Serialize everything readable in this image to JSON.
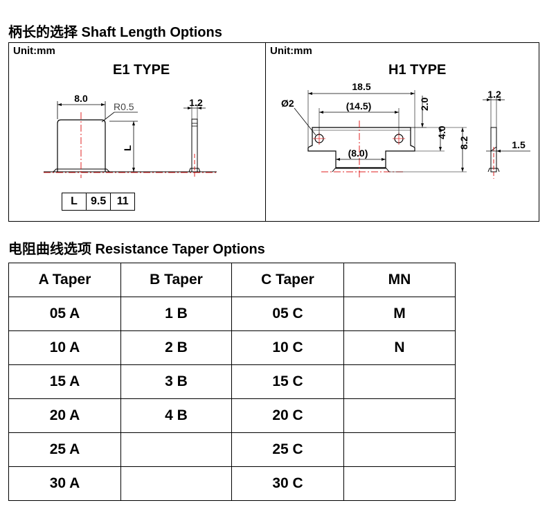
{
  "shaft_heading": "柄长的选择  Shaft Length Options",
  "taper_heading": "电阻曲线选项  Resistance Taper Options",
  "e1": {
    "unit": "Unit:mm",
    "title": "E1 TYPE",
    "dim_width": "8.0",
    "dim_radius": "R0.5",
    "dim_length": "L",
    "dim_thickness": "1.2",
    "length_table": [
      "L",
      "9.5",
      "11"
    ]
  },
  "h1": {
    "unit": "Unit:mm",
    "title": "H1 TYPE",
    "dim_hole": "Ø2",
    "dim_overall": "18.5",
    "dim_hole_pitch": "(14.5)",
    "dim_top": "2.0",
    "dim_neck": "(8.0)",
    "dim_4": "4.0",
    "dim_8": "8.2",
    "dim_thickness": "1.2",
    "dim_step": "1.5"
  },
  "taper_table": {
    "headers": [
      "A Taper",
      "B Taper",
      "C Taper",
      "MN"
    ],
    "rows": [
      [
        "05 A",
        "1 B",
        "05 C",
        "M"
      ],
      [
        "10 A",
        "2 B",
        "10 C",
        "N"
      ],
      [
        "15 A",
        "3 B",
        "15 C",
        ""
      ],
      [
        "20 A",
        "4 B",
        "20 C",
        ""
      ],
      [
        "25 A",
        "",
        "25 C",
        ""
      ],
      [
        "30 A",
        "",
        "30 C",
        ""
      ]
    ]
  },
  "colors": {
    "line": "#000000",
    "centerline": "#e02020"
  }
}
